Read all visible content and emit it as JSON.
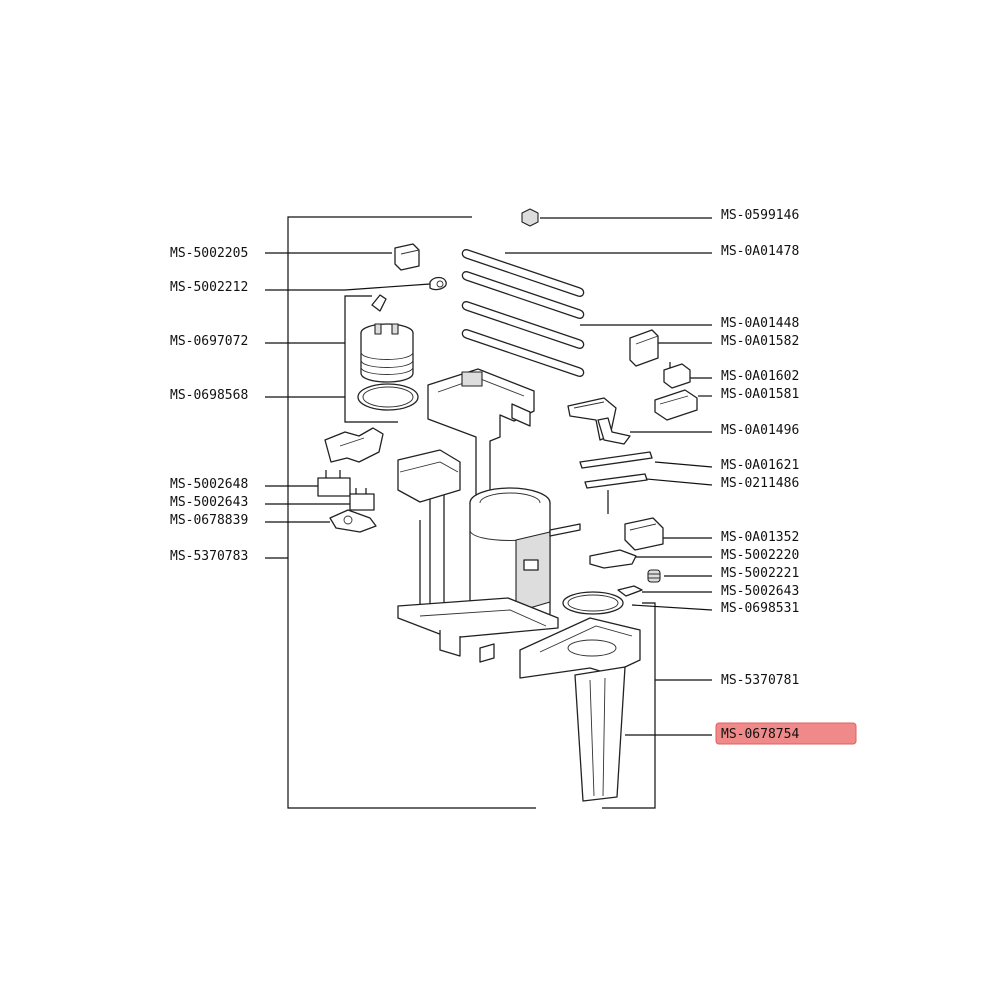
{
  "diagram": {
    "highlight_color": "#f08a8a",
    "labels_left": [
      {
        "id": "l1",
        "text": "MS-5002205"
      },
      {
        "id": "l2",
        "text": "MS-5002212"
      },
      {
        "id": "l3",
        "text": "MS-0697072"
      },
      {
        "id": "l4",
        "text": "MS-0698568"
      },
      {
        "id": "l5",
        "text": "MS-5002648"
      },
      {
        "id": "l6",
        "text": "MS-5002643"
      },
      {
        "id": "l7",
        "text": "MS-0678839"
      },
      {
        "id": "l8",
        "text": "MS-5370783"
      }
    ],
    "labels_right": [
      {
        "id": "r1",
        "text": "MS-0599146"
      },
      {
        "id": "r2",
        "text": "MS-0A01478"
      },
      {
        "id": "r3",
        "text": "MS-0A01448"
      },
      {
        "id": "r4",
        "text": "MS-0A01582"
      },
      {
        "id": "r5",
        "text": "MS-0A01602"
      },
      {
        "id": "r6",
        "text": "MS-0A01581"
      },
      {
        "id": "r7",
        "text": "MS-0A01496"
      },
      {
        "id": "r8",
        "text": "MS-0A01621"
      },
      {
        "id": "r9",
        "text": "MS-0211486"
      },
      {
        "id": "r10",
        "text": "MS-0A01352"
      },
      {
        "id": "r11",
        "text": "MS-5002220"
      },
      {
        "id": "r12",
        "text": "MS-5002221"
      },
      {
        "id": "r13",
        "text": "MS-5002643"
      },
      {
        "id": "r14",
        "text": "MS-0698531"
      },
      {
        "id": "r15",
        "text": "MS-5370781"
      },
      {
        "id": "r16",
        "text": "MS-0678754"
      }
    ]
  }
}
